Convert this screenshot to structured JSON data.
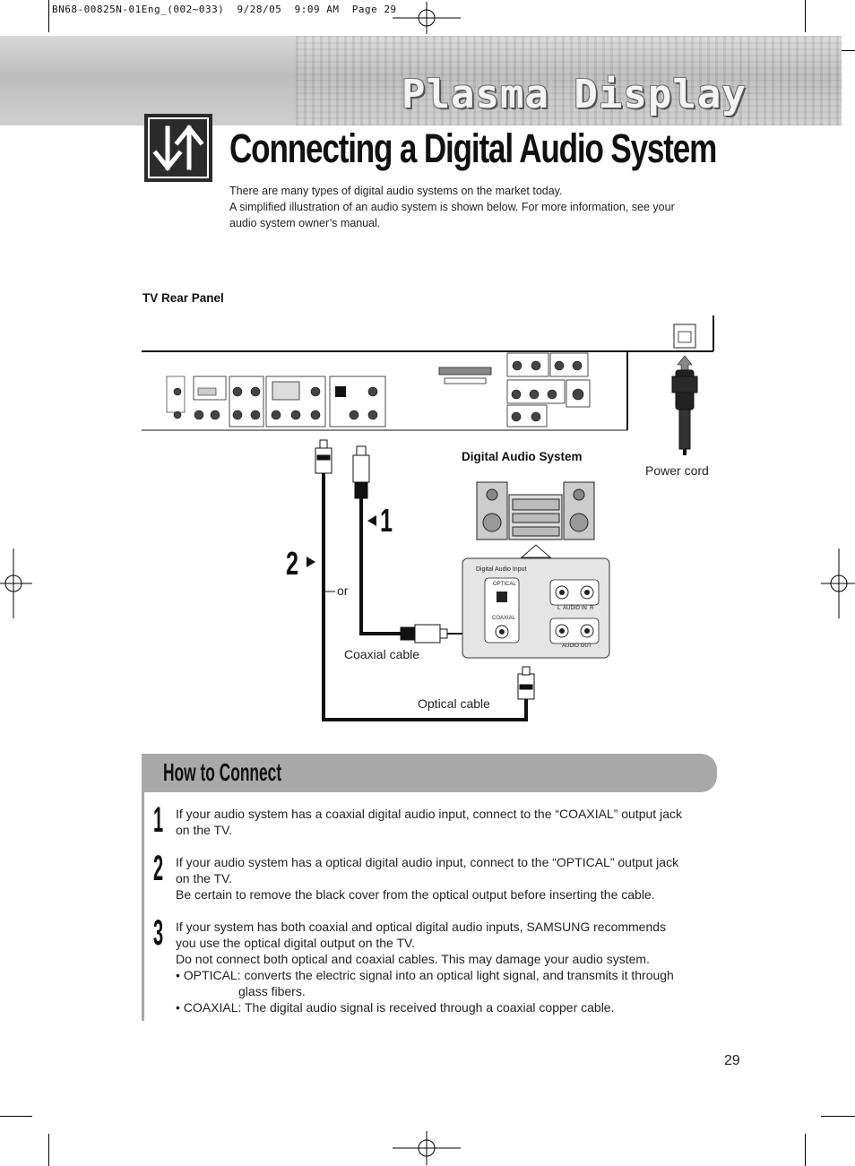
{
  "print_header": "BN68-00825N-01Eng_(002~033)  9/28/05  9:09 AM  Page 29",
  "banner_title": "Plasma Display",
  "page_title": "Connecting a Digital Audio System",
  "intro": [
    "There are many types of digital audio systems on the market today.",
    "A simplified illustration of an audio system is shown below. For more information, see your",
    "audio system owner’s manual."
  ],
  "diagram": {
    "tv_rear_panel_label": "TV Rear Panel",
    "digital_audio_system_label": "Digital Audio System",
    "power_cord_label": "Power cord",
    "digital_audio_input_label": "Digital Audio Input",
    "optical_port_label": "OPTICAL",
    "coaxial_port_label": "COAXIAL",
    "audio_in_label": "L  AUDIO IN  R",
    "audio_out_label": "AUDIO OUT",
    "or_label": "or",
    "coaxial_cable_label": "Coaxial cable",
    "optical_cable_label": "Optical cable",
    "callout_1": "1",
    "callout_2": "2"
  },
  "how_to_connect": {
    "title": "How to Connect",
    "steps": [
      {
        "num": "1",
        "lines": [
          "If your audio system has a coaxial digital audio input, connect to the “COAXIAL” output jack",
          "on the TV."
        ]
      },
      {
        "num": "2",
        "lines": [
          "If your audio system has a optical digital audio input, connect to the “OPTICAL” output jack",
          "on the TV.",
          "Be certain to remove the black cover from the optical output before inserting the cable."
        ]
      },
      {
        "num": "3",
        "lines": [
          "If your system has both coaxial and optical digital audio inputs, SAMSUNG recommends",
          "you use the optical digital output on the TV.",
          "Do not connect both optical and coaxial cables. This may damage your audio system.",
          "• OPTICAL:  converts the electric signal into an optical light signal, and transmits it through",
          "                  glass fibers.",
          "• COAXIAL: The digital audio signal is received through a coaxial copper cable."
        ]
      }
    ]
  },
  "page_number": "29"
}
